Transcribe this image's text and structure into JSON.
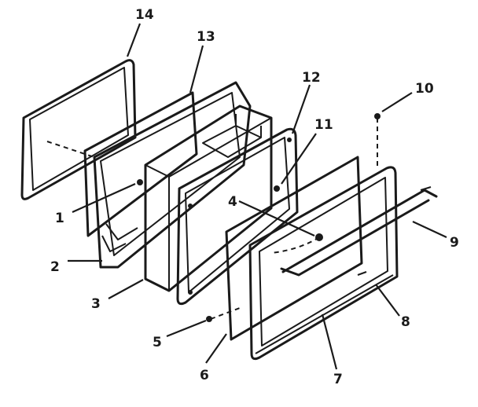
{
  "labels": [
    "1",
    "2",
    "3",
    "4",
    "5",
    "6",
    "7",
    "8",
    "9",
    "10",
    "11",
    "12",
    "13",
    "14"
  ]
}
